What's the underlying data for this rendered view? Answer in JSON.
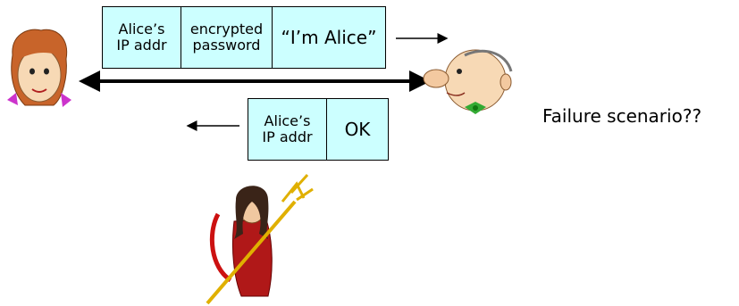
{
  "message_out": {
    "fields": [
      "Alice’s\nIP addr",
      "encrypted\npassword",
      "“I’m Alice”"
    ]
  },
  "message_in": {
    "fields": [
      "Alice’s\nIP addr",
      "OK"
    ]
  },
  "side_text": "Failure scenario??"
}
